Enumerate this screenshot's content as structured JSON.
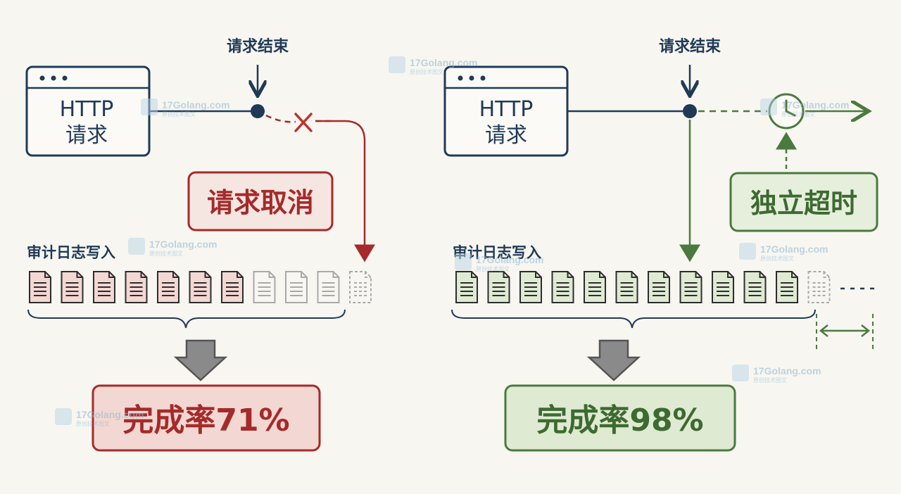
{
  "colors": {
    "navy": "#1f3a57",
    "red": "#a52a2a",
    "red_fill": "#f3d7d2",
    "green": "#4a7a3d",
    "green_fill": "#dfead2",
    "grey": "#a9a9a9",
    "arrow_grey": "#6e6e6e"
  },
  "left": {
    "request_end_label": "请求结束",
    "box_line1": "HTTP",
    "box_line2": "请求",
    "cancel_label": "请求取消",
    "audit_label": "审计日志写入",
    "docs_completed": 7,
    "docs_total": 11,
    "rate_label": "完成率71%"
  },
  "right": {
    "request_end_label": "请求结束",
    "box_line1": "HTTP",
    "box_line2": "请求",
    "timeout_label": "独立超时",
    "audit_label": "审计日志写入",
    "docs_completed": 11,
    "docs_total": 12,
    "rate_label": "完成率98%"
  },
  "watermark": {
    "text": "17Golang.com",
    "subtext": "原创技术图文"
  }
}
